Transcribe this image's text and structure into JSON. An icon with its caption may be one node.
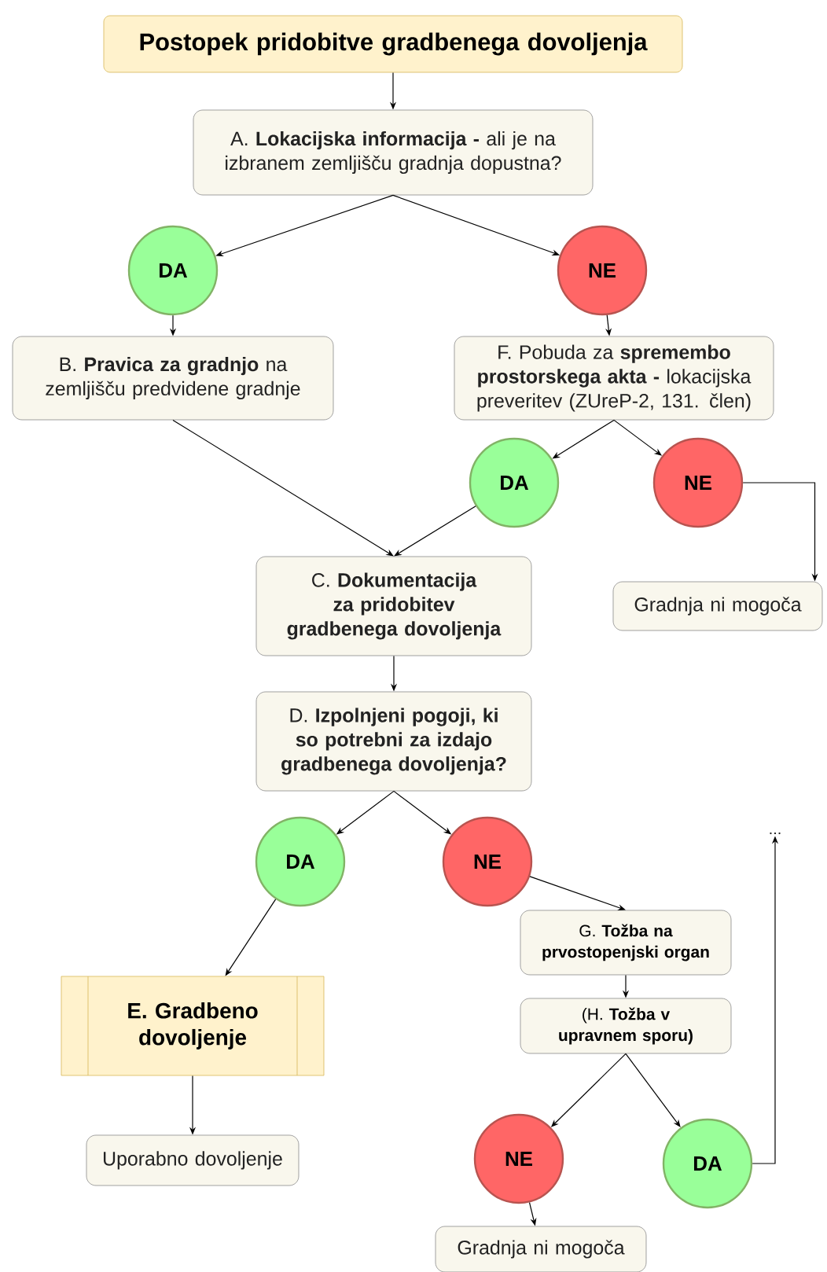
{
  "diagram": {
    "nodes": [
      {
        "text": [
          "Postopek pridobitve gradbenega dovoljenja"
        ]
      },
      {
        "text": [
          "A. **Lokacijska informacija -** ali je na izbranem zemljišču gradnja dopustna?"
        ]
      },
      {
        "text": [
          "DA"
        ]
      },
      {
        "text": [
          "NE"
        ]
      },
      {
        "text": [
          "B. **Pravica za gradnjo** na zemljišču predvidene gradnje"
        ]
      },
      {
        "text": [
          "F. Pobuda za **spremembo prostorskega akta -** lokacijska preveritev (ZUreP-2, 131. člen)"
        ]
      },
      {
        "text": [
          "DA"
        ]
      },
      {
        "text": [
          "NE"
        ]
      },
      {
        "text": [
          "C. **Dokumentacija za pridobitev gradbenega dovoljenja**"
        ]
      },
      {
        "text": [
          "Gradnja ni mogoča"
        ]
      },
      {
        "text": [
          "D. **Izpolnjeni pogoji, ki so potrebni za izdajo gradbenega dovoljenja?**"
        ]
      },
      {
        "text": [
          "DA"
        ]
      },
      {
        "text": [
          "NE"
        ]
      },
      {
        "text": [
          "..."
        ]
      },
      {
        "text": [
          "G. **Tožba na prvostopenjski organ**"
        ]
      },
      {
        "text": [
          "E. Gradbeno dovoljenje"
        ]
      },
      {
        "text": [
          "(H. **Tožba v upravnem sporu)**"
        ]
      },
      {
        "text": [
          "Uporabno dovoljenje"
        ]
      },
      {
        "text": [
          "NE"
        ]
      },
      {
        "text": [
          "DA"
        ]
      },
      {
        "text": [
          "Gradnja ni mogoča"
        ]
      }
    ],
    "edges": [
      {
        "from": 0,
        "to": 1,
        "arrow": "to"
      },
      {
        "from": 1,
        "to": 2,
        "arrow": "to"
      },
      {
        "from": 1,
        "to": 3,
        "arrow": "to"
      },
      {
        "from": 2,
        "to": 4,
        "arrow": "to"
      },
      {
        "from": 3,
        "to": 5,
        "arrow": "to"
      },
      {
        "from": 4,
        "to": 8,
        "arrow": "to"
      },
      {
        "from": 5,
        "to": 6,
        "arrow": "to"
      },
      {
        "from": 5,
        "to": 7,
        "arrow": "to"
      },
      {
        "from": 6,
        "to": 8,
        "arrow": "to"
      },
      {
        "from": 7,
        "to": 9,
        "arrow": "to"
      },
      {
        "from": 8,
        "to": 10,
        "arrow": "to"
      },
      {
        "from": 10,
        "to": 11,
        "arrow": "to"
      },
      {
        "from": 10,
        "to": 12,
        "arrow": "to"
      },
      {
        "from": 11,
        "to": 15,
        "arrow": "to"
      },
      {
        "from": 12,
        "to": 14,
        "arrow": "to"
      },
      {
        "from": 14,
        "to": 16,
        "arrow": "to"
      },
      {
        "from": 15,
        "to": 17,
        "arrow": "to"
      },
      {
        "from": 16,
        "to": 18,
        "arrow": "to"
      },
      {
        "from": 16,
        "to": 19,
        "arrow": "to"
      },
      {
        "from": 19,
        "to": 13,
        "arrow": "to"
      },
      {
        "from": 18,
        "to": 20,
        "arrow": "to"
      }
    ]
  }
}
